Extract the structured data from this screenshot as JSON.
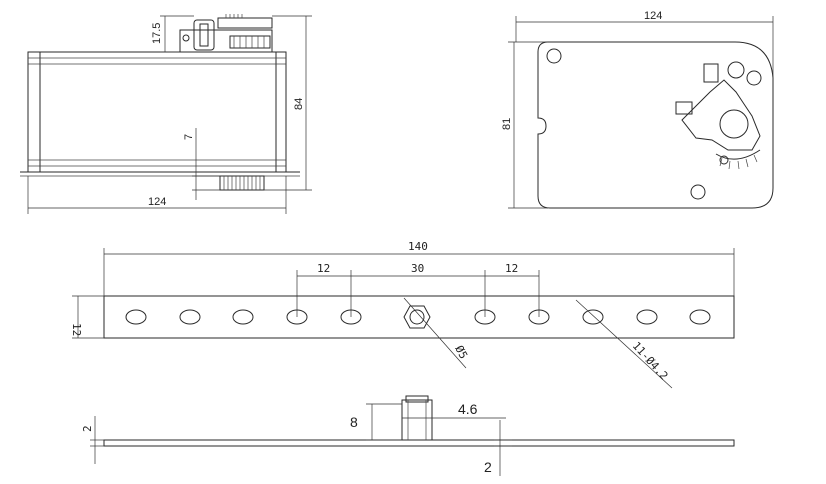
{
  "views": {
    "side_view": {
      "dim_height_top": "17.5",
      "dim_height_total": "84",
      "dim_offset_bottom": "7",
      "dim_width": "124"
    },
    "top_view": {
      "dim_width": "124",
      "dim_height": "81"
    },
    "mounting_bracket": {
      "dim_length": "140",
      "dim_spacing_left": "12",
      "dim_spacing_center": "30",
      "dim_spacing_right": "12",
      "dim_height": "12",
      "dim_center_hole": "Ø5",
      "dim_holes": "11-Ø4.2"
    },
    "bracket_side": {
      "dim_thickness_left": "2",
      "dim_post_height": "8",
      "dim_post_width": "4.6",
      "dim_thickness_right": "2"
    }
  }
}
